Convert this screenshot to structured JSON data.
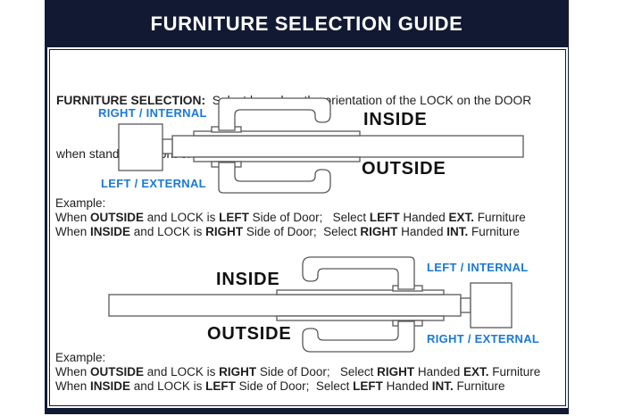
{
  "colors": {
    "navy": "#121a33",
    "blue": "#1a79d8",
    "line_gray": "#595959",
    "text": "#1f1f1f"
  },
  "header": {
    "title": "FURNITURE SELECTION GUIDE"
  },
  "intro": {
    "lines": [
      [
        {
          "t": "FURNITURE SELECTION:",
          "b": true
        },
        {
          "t": "  Select based on the orientation of the LOCK on the DOOR",
          "b": false
        }
      ],
      [
        {
          "t": "when standing in front of it.",
          "b": false
        }
      ]
    ]
  },
  "diagram_top": {
    "lock_label_top": "RIGHT / INTERNAL",
    "lock_label_bottom": "LEFT / EXTERNAL",
    "inside_label": "INSIDE",
    "outside_label": "OUTSIDE"
  },
  "example_top": {
    "heading": "Example:",
    "lines": [
      [
        {
          "t": "When ",
          "b": false
        },
        {
          "t": "OUTSIDE",
          "b": true
        },
        {
          "t": " and LOCK is ",
          "b": false
        },
        {
          "t": "LEFT",
          "b": true
        },
        {
          "t": " Side of Door;   Select ",
          "b": false
        },
        {
          "t": "LEFT",
          "b": true
        },
        {
          "t": " Handed ",
          "b": false
        },
        {
          "t": "EXT.",
          "b": true
        },
        {
          "t": " Furniture",
          "b": false
        }
      ],
      [
        {
          "t": "When ",
          "b": false
        },
        {
          "t": "INSIDE",
          "b": true
        },
        {
          "t": " and LOCK is ",
          "b": false
        },
        {
          "t": "RIGHT",
          "b": true
        },
        {
          "t": " Side of Door;  Select ",
          "b": false
        },
        {
          "t": "RIGHT",
          "b": true
        },
        {
          "t": " Handed ",
          "b": false
        },
        {
          "t": "INT.",
          "b": true
        },
        {
          "t": " Furniture",
          "b": false
        }
      ]
    ]
  },
  "diagram_bottom": {
    "lock_label_top": "LEFT / INTERNAL",
    "lock_label_bottom": "RIGHT / EXTERNAL",
    "inside_label": "INSIDE",
    "outside_label": "OUTSIDE"
  },
  "example_bottom": {
    "heading": "Example:",
    "lines": [
      [
        {
          "t": "When ",
          "b": false
        },
        {
          "t": "OUTSIDE",
          "b": true
        },
        {
          "t": " and LOCK is ",
          "b": false
        },
        {
          "t": "RIGHT",
          "b": true
        },
        {
          "t": " Side of Door;   Select ",
          "b": false
        },
        {
          "t": "RIGHT",
          "b": true
        },
        {
          "t": " Handed ",
          "b": false
        },
        {
          "t": "EXT.",
          "b": true
        },
        {
          "t": " Furniture",
          "b": false
        }
      ],
      [
        {
          "t": "When ",
          "b": false
        },
        {
          "t": "INSIDE",
          "b": true
        },
        {
          "t": " and LOCK is ",
          "b": false
        },
        {
          "t": "LEFT",
          "b": true
        },
        {
          "t": " Side of Door;  Select ",
          "b": false
        },
        {
          "t": "LEFT",
          "b": true
        },
        {
          "t": " Handed ",
          "b": false
        },
        {
          "t": "INT.",
          "b": true
        },
        {
          "t": " Furniture",
          "b": false
        }
      ]
    ]
  }
}
